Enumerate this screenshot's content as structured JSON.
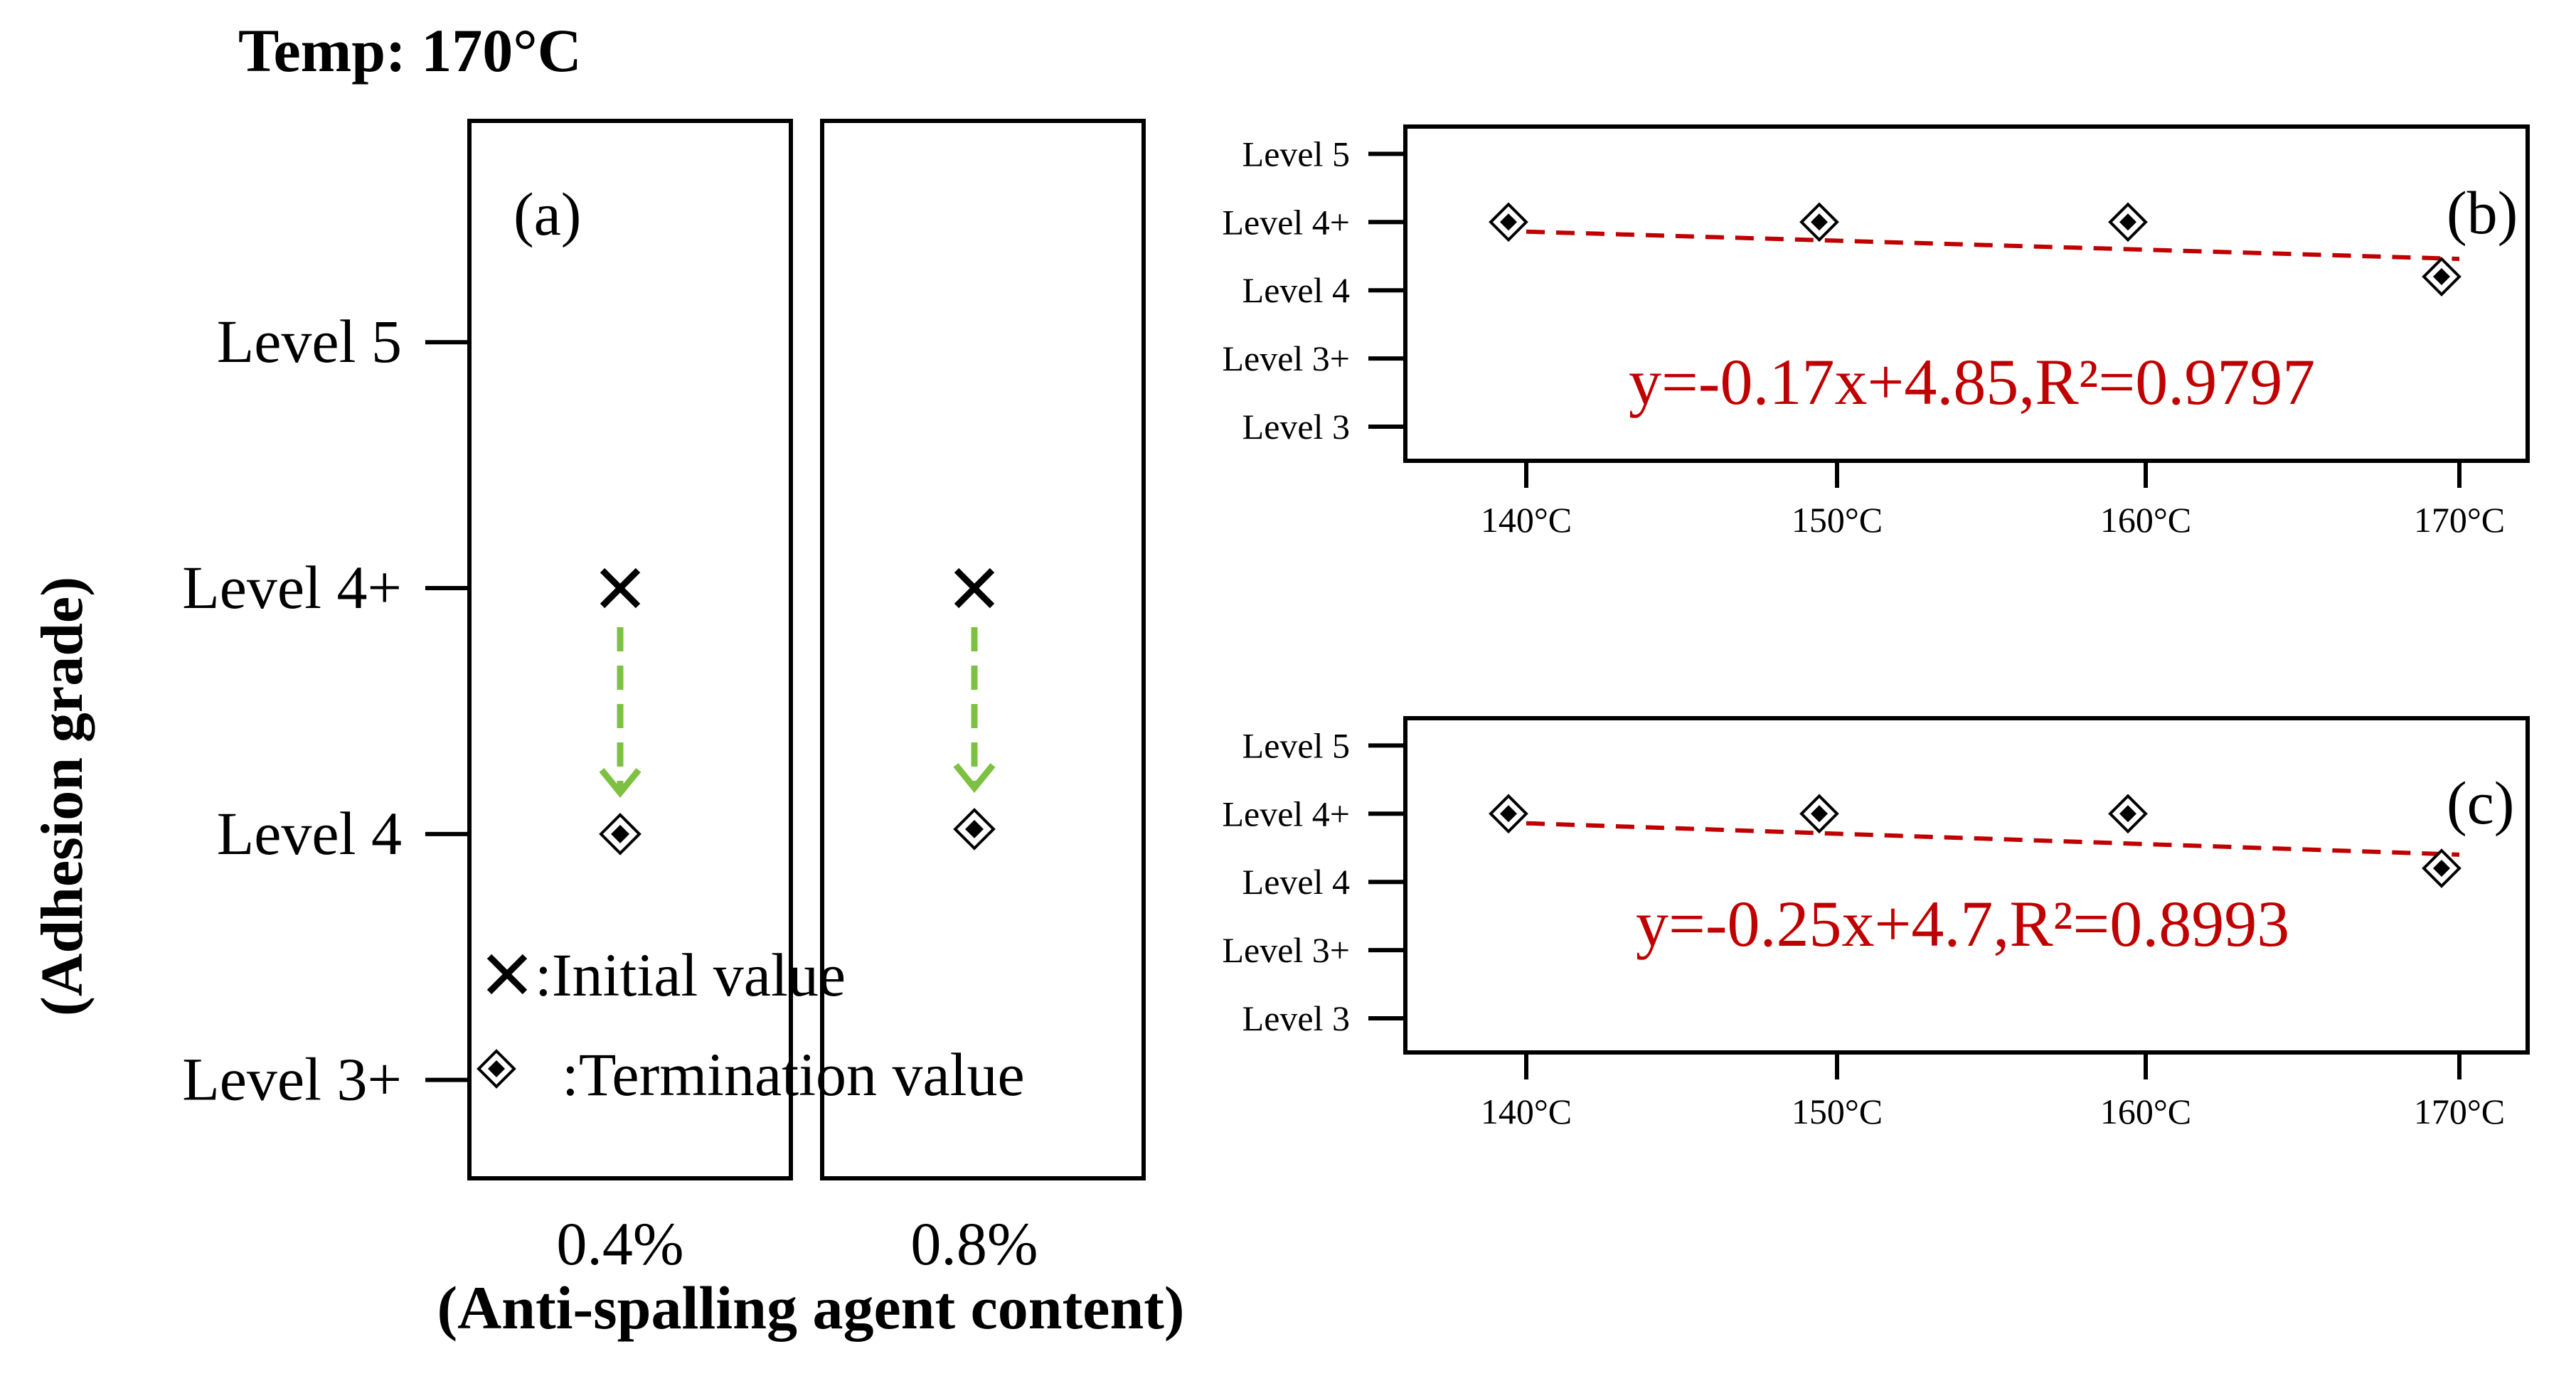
{
  "figure": {
    "temp_label": "Temp: 170°C",
    "y_axis_title": "(Adhesion grade)",
    "x_axis_title": "(Anti-spalling agent content)"
  },
  "legend": {
    "initial": ":Initial value",
    "termination": ":Termination value"
  },
  "chart_data": [
    {
      "id": "a",
      "type": "scatter",
      "panel_label": "(a)",
      "categories": [
        "0.4%",
        "0.8%"
      ],
      "y_ticks": [
        "Level 5",
        "Level 4+",
        "Level 4",
        "Level 3+"
      ],
      "y_tick_values": [
        5,
        4.5,
        4,
        3.5
      ],
      "ylim": [
        3.3,
        5.45
      ],
      "series": [
        {
          "name": ":Initial value",
          "marker": "x",
          "values": [
            4.5,
            4.5
          ]
        },
        {
          "name": ":Termination value",
          "marker": "diamond",
          "values": [
            4.0,
            4.01
          ]
        }
      ],
      "arrow_color": "#7dc142"
    },
    {
      "id": "b",
      "type": "scatter",
      "panel_label": "(b)",
      "x": [
        "140°C",
        "150°C",
        "160°C",
        "170°C"
      ],
      "y_ticks": [
        "Level 5",
        "Level 4+",
        "Level 4",
        "Level 3+",
        "Level 3"
      ],
      "y_tick_values": [
        5,
        4.5,
        4,
        3.5,
        3
      ],
      "ylim": [
        2.75,
        5.2
      ],
      "values": [
        4.5,
        4.5,
        4.5,
        4.1
      ],
      "trendline": {
        "equation": "y=-0.17x+4.85,R²=0.9797",
        "color": "#c00000",
        "start": 4.43,
        "end": 4.23
      }
    },
    {
      "id": "c",
      "type": "scatter",
      "panel_label": "(c)",
      "x": [
        "140°C",
        "150°C",
        "160°C",
        "170°C"
      ],
      "y_ticks": [
        "Level 5",
        "Level 4+",
        "Level 4",
        "Level 3+",
        "Level 3"
      ],
      "y_tick_values": [
        5,
        4.5,
        4,
        3.5,
        3
      ],
      "ylim": [
        2.75,
        5.2
      ],
      "values": [
        4.5,
        4.5,
        4.5,
        4.1
      ],
      "trendline": {
        "equation": "y=-0.25x+4.7,R²=0.8993",
        "color": "#c00000",
        "start": 4.43,
        "end": 4.2
      }
    }
  ]
}
